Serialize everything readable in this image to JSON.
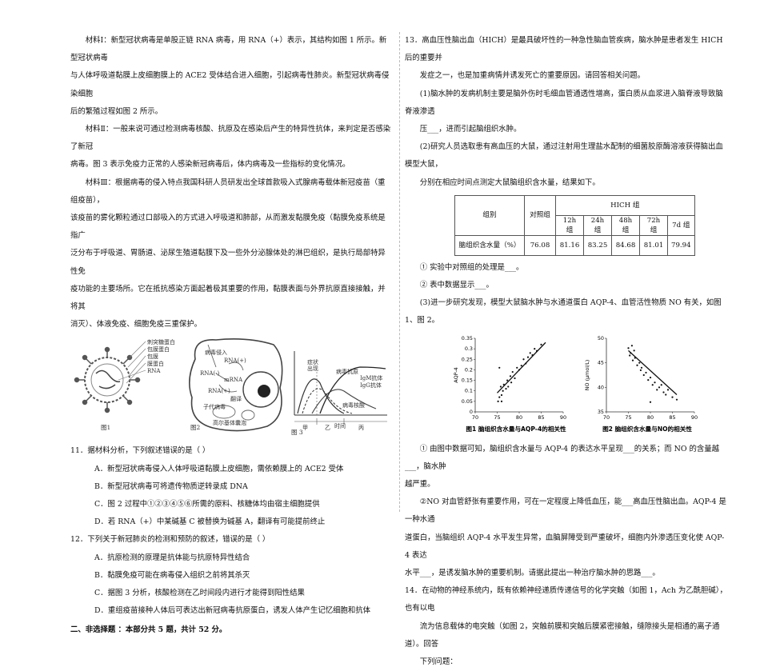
{
  "left": {
    "material1_lines": [
      "材料Ⅰ：新型冠状病毒是单股正链 RNA 病毒，用 RNA（+）表示，其结构如图 1 所示。新型冠状病毒",
      "与人体呼吸道黏膜上皮细胞膜上的 ACE2 受体结合进入细胞，引起病毒性肺炎。新型冠状病毒侵染细胞",
      "后的繁殖过程如图 2 所示。"
    ],
    "material2_lines": [
      "材料Ⅱ：一般来说可通过检测病毒核酸、抗原及在感染后产生的特异性抗体，来判定是否感染了新冠",
      "病毒。图 3 表示免疫力正常的人感染新冠病毒后，体内病毒及一些指标的变化情况。"
    ],
    "material3_lines": [
      "材料Ⅲ：根据病毒的侵入特点我国科研人员研发出全球首款吸入式腺病毒载体新冠疫苗（重组疫苗），",
      "该疫苗的雾化颗粒通过口部吸入的方式进入呼吸道和肺部，从而激发黏膜免疫（黏膜免疫系统是指广",
      "泛分布于呼吸道、胃肠道、泌尿生殖道黏膜下及一些外分泌腺体处的淋巴组织，是执行局部特异性免",
      "疫功能的主要场所。它在抵抗感染方面起着极其重要的作用，黏膜表面与外界抗原直接接触，并将其",
      "消灭）、体液免疫、细胞免疫三重保护。"
    ],
    "fig1_labels": [
      "刺突糖蛋白",
      "包膜蛋白",
      "包膜",
      "膜蛋白",
      "RNA"
    ],
    "fig2_labels": [
      "病毒侵入",
      "RNA(+)",
      "RNA(-)",
      "mRNA",
      "RNA(+)",
      "翻译",
      "子代病毒",
      "高尔基体囊泡"
    ],
    "fig3_labels": [
      "症状",
      "出现",
      "病毒抗原",
      "IgM抗体",
      "IgG抗体",
      "病毒核酸",
      "时间",
      "甲",
      "乙",
      "丙"
    ],
    "fig_captions": [
      "图1",
      "图2",
      "图 3"
    ],
    "q11": {
      "stem": "据材料分析，下列叙述错误的是（        ）",
      "options": [
        "A．新型冠状病毒侵入人体呼吸道黏膜上皮细胞，需依赖膜上的 ACE2 受体",
        "B．新型冠状病毒可将遗传物质逆转录成 DNA",
        "C．图 2 过程中①②③④⑤⑥所需的原料、核糖体均由宿主细胞提供",
        "D．若 RNA（+）中某碱基 C 被替换为碱基 A，翻译有可能提前终止"
      ]
    },
    "q12": {
      "stem": "下列关于新冠肺炎的检测和预防的叙述，错误的是（        ）",
      "options": [
        "A．抗原检测的原理是抗体能与抗原特异性结合",
        "B．黏膜免疫可能在病毒侵入组织之前将其杀灭",
        "C．据图 3 分析，核酸检测在乙时间段内进行才能得到阳性结果",
        "D．重组疫苗接种人体后可表达出新冠病毒抗原蛋白，诱发人体产生记忆细胞和抗体"
      ]
    },
    "section2": "二、非选择题 ：本部分共 5 题，共计 52 分。"
  },
  "right": {
    "q13": {
      "intro_lines": [
        "高血压性脑出血（HICH）是最具破坏性的一种急性脑血管疾病，脑水肿是患者发生 HICH 后的重要并",
        "发症之一，也是加重病情并诱发死亡的重要原因。请回答相关问题。"
      ],
      "p1_lines": [
        "(1)脑水肿的发病机制主要是脑外伤时毛细血管通透性增高，蛋白质从血浆进入脑脊液导致脑脊液渗透",
        "压___，进而引起脑组织水肿。"
      ],
      "p2_lines": [
        "(2)研究人员选取患有高血压的大鼠，通过注射用生理盐水配制的细菌胶原酶溶液获得脑出血模型大鼠，",
        "分别在相应时间点测定大鼠脑组织含水量，结果如下。"
      ],
      "table": {
        "group_label": "组别",
        "control_label": "对照组",
        "hich_label": "HICH 组",
        "times": [
          "12h 组",
          "24h 组",
          "48h 组",
          "72h 组",
          "7d 组"
        ],
        "row_label": "脑组织含水量（%）",
        "control_value": "76.08",
        "values": [
          "81.16",
          "83.25",
          "84.68",
          "81.01",
          "79.94"
        ]
      },
      "sub_q": [
        "① 实验中对照组的处理是___。",
        "② 表中数据显示___。"
      ],
      "p3": "(3)进一步研究发现，模型大鼠脑水肿与水通道蛋白 AQP-4、血管活性物质 NO 有关，如图 1、图 2。",
      "p3_answer1_lines": [
        "① 由图中数据可知，脑组织含水量与 AQP-4 的表达水平呈现___的关系；而 NO 的含量越___，脑水肿",
        "越严重。"
      ],
      "p3_answer2_lines": [
        "②NO 对血管舒张有重要作用，可在一定程度上降低血压，能___高血压性脑出血。AQP-4 是一种水通",
        "道蛋白，当脑组织 AQP-4 水平发生异常，血脑屏障受到严重破坏，细胞内外渗透压变化使 AQP-4 表达",
        "水平___，是诱发脑水肿的重要机制。请据此提出一种治疗脑水肿的思路___。"
      ]
    },
    "q14_lines": [
      "在动物的神经系统内，既有依赖神经递质传递信号的化学突触（如图 1，Ach 为乙酰胆碱），也有以电",
      "流为信息载体的电突触（如图 2，突触前膜和突触后膜紧密接触，缝隙接头是相通的离子通道）。回答",
      "下列问题："
    ]
  },
  "questions": {
    "n11": "11．",
    "n12": "12．",
    "n13": "13．",
    "n14": "14．"
  },
  "chart_data": [
    {
      "type": "scatter",
      "title": "图1 脑组织含水量与AQP-4的相关性",
      "xlabel": "",
      "ylabel": "AQP-4",
      "xlim": [
        70,
        90
      ],
      "ylim": [
        0,
        0.35
      ],
      "xticks": [
        "70",
        "75",
        "80",
        "85",
        "90"
      ],
      "yticks": [
        "0",
        "0.05",
        "0.1",
        "0.15",
        "0.2",
        "0.25",
        "0.3",
        "0.35"
      ],
      "trend": [
        [
          75,
          0.09
        ],
        [
          86,
          0.33
        ]
      ],
      "points": [
        [
          75.2,
          0.05
        ],
        [
          75.5,
          0.07
        ],
        [
          75.8,
          0.12
        ],
        [
          76.0,
          0.08
        ],
        [
          76.3,
          0.1
        ],
        [
          76.5,
          0.13
        ],
        [
          77.0,
          0.11
        ],
        [
          77.3,
          0.15
        ],
        [
          77.5,
          0.12
        ],
        [
          78.0,
          0.17
        ],
        [
          78.2,
          0.14
        ],
        [
          78.5,
          0.19
        ],
        [
          79.0,
          0.16
        ],
        [
          79.5,
          0.21
        ],
        [
          80.0,
          0.2
        ],
        [
          80.5,
          0.22
        ],
        [
          81.0,
          0.25
        ],
        [
          81.5,
          0.23
        ],
        [
          82.0,
          0.26
        ],
        [
          82.5,
          0.28
        ],
        [
          83.0,
          0.27
        ],
        [
          83.5,
          0.3
        ],
        [
          84.0,
          0.29
        ],
        [
          85.0,
          0.32
        ],
        [
          75.5,
          0.21
        ],
        [
          76.0,
          0.05
        ]
      ]
    },
    {
      "type": "scatter",
      "title": "图2 脑组织含水量与NO的相关性",
      "xlabel": "",
      "ylabel": "NO (μmol/L)",
      "xlim": [
        70,
        90
      ],
      "ylim": [
        35,
        50
      ],
      "xticks": [
        "70",
        "75",
        "80",
        "85",
        "90"
      ],
      "yticks": [
        "35",
        "40",
        "45",
        "50"
      ],
      "trend": [
        [
          75,
          47.5
        ],
        [
          86,
          38.5
        ]
      ],
      "points": [
        [
          75.0,
          48.0
        ],
        [
          75.3,
          46.5
        ],
        [
          75.5,
          47.0
        ],
        [
          75.8,
          48.5
        ],
        [
          76.0,
          45.5
        ],
        [
          76.3,
          47.5
        ],
        [
          76.5,
          46.0
        ],
        [
          77.0,
          44.5
        ],
        [
          77.5,
          45.0
        ],
        [
          77.8,
          43.5
        ],
        [
          78.0,
          44.0
        ],
        [
          78.5,
          42.5
        ],
        [
          79.0,
          43.0
        ],
        [
          79.5,
          41.5
        ],
        [
          80.0,
          42.0
        ],
        [
          80.5,
          40.5
        ],
        [
          81.0,
          41.0
        ],
        [
          81.5,
          39.5
        ],
        [
          82.0,
          40.0
        ],
        [
          82.5,
          40.5
        ],
        [
          83.0,
          39.0
        ],
        [
          83.5,
          38.5
        ],
        [
          84.0,
          39.5
        ],
        [
          85.0,
          38.0
        ],
        [
          86.0,
          37.5
        ],
        [
          80.0,
          37.0
        ]
      ]
    }
  ]
}
